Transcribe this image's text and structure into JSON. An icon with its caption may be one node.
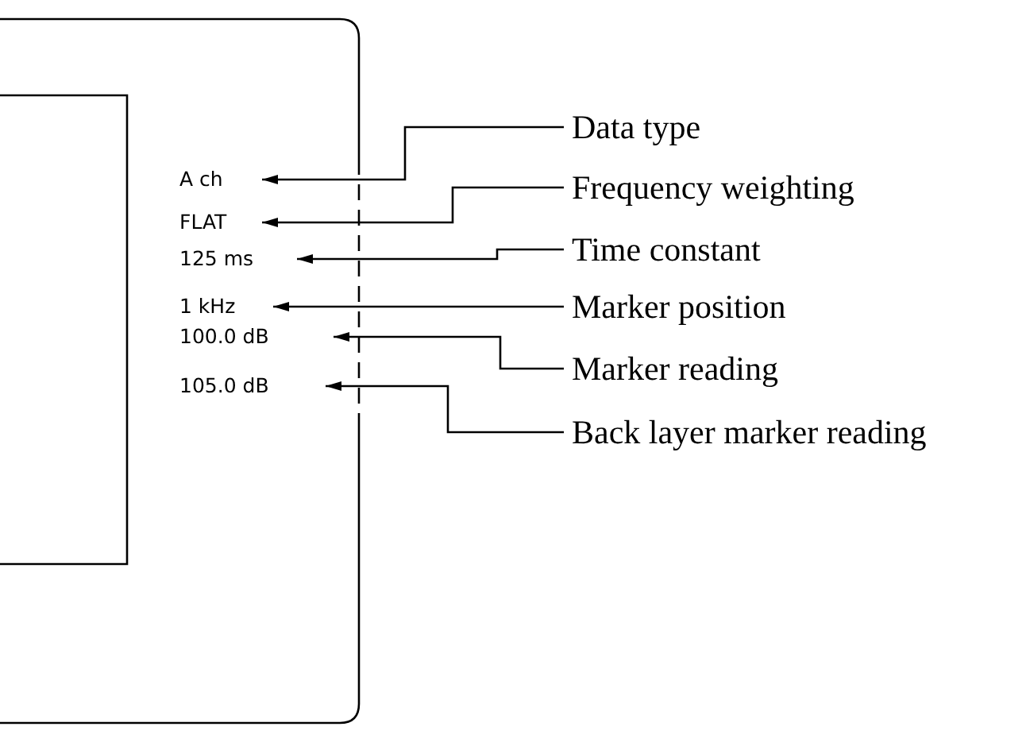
{
  "diagram": {
    "nodes": [
      {
        "text": [
          "A ch"
        ]
      },
      {
        "text": [
          "FLAT"
        ]
      },
      {
        "text": [
          "125 ms"
        ]
      },
      {
        "text": [
          "1 kHz"
        ]
      },
      {
        "text": [
          "100.0 dB"
        ]
      },
      {
        "text": [
          "105.0 dB"
        ]
      },
      {
        "text": [
          "Data type"
        ]
      },
      {
        "text": [
          "Frequency weighting"
        ]
      },
      {
        "text": [
          "Time constant"
        ]
      },
      {
        "text": [
          "Marker position"
        ]
      },
      {
        "text": [
          "Marker reading"
        ]
      },
      {
        "text": [
          "Back layer marker reading"
        ]
      }
    ],
    "edges": [
      {
        "from": 6,
        "to": 0,
        "arrow": "to"
      },
      {
        "from": 7,
        "to": 1,
        "arrow": "to"
      },
      {
        "from": 8,
        "to": 2,
        "arrow": "to"
      },
      {
        "from": 9,
        "to": 3,
        "arrow": "to"
      },
      {
        "from": 10,
        "to": 4,
        "arrow": "to"
      },
      {
        "from": 11,
        "to": 5,
        "arrow": "to"
      }
    ]
  }
}
